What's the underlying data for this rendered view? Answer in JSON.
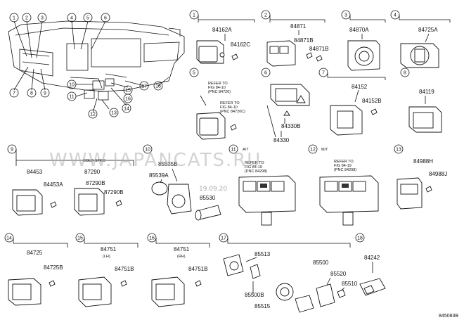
{
  "diagram_id": "845083B",
  "watermark": "WWW.JAPANCATS.RU",
  "watermark_date": "19.09.20",
  "overview": {
    "callouts": [
      "1",
      "2",
      "3",
      "4",
      "5",
      "6",
      "7",
      "8",
      "9",
      "10",
      "11",
      "12",
      "13",
      "14",
      "15",
      "16",
      "17",
      "18"
    ]
  },
  "groups": [
    {
      "num": "1",
      "parts": [
        "84162A",
        "84162C"
      ],
      "note": ""
    },
    {
      "num": "2",
      "parts": [
        "84871",
        "84871B",
        "84871B"
      ],
      "note": ""
    },
    {
      "num": "3",
      "parts": [
        "84870A"
      ],
      "note": ""
    },
    {
      "num": "4",
      "parts": [
        "84725A"
      ],
      "note": ""
    },
    {
      "num": "5",
      "parts": [],
      "note": "REFER TO FIG 84-10 (PNC 84720)"
    },
    {
      "num": "6",
      "parts": [
        "84330B",
        "84330"
      ],
      "note": ""
    },
    {
      "num": "7",
      "parts": [
        "84152",
        "84152B"
      ],
      "note": ""
    },
    {
      "num": "8",
      "parts": [
        "84119"
      ],
      "note": ""
    },
    {
      "num": "9",
      "parts": [
        "84453",
        "84453A",
        "87290",
        "87290B",
        "87290B"
      ],
      "note": "COLD SPEC"
    },
    {
      "num": "10",
      "parts": [
        "85535B",
        "85539A",
        "85530"
      ],
      "note": ""
    },
    {
      "num": "11",
      "parts": [],
      "label": "A/T",
      "note": "REFER TO FIG 84-19 (PNC 84298)"
    },
    {
      "num": "12",
      "parts": [],
      "label": "M/T",
      "note": "REFER TO FIG 84-19 (PNC 84298)"
    },
    {
      "num": "13",
      "parts": [
        "84988H",
        "84988J"
      ],
      "note": ""
    },
    {
      "num": "14",
      "parts": [
        "84725",
        "84725B"
      ],
      "note": ""
    },
    {
      "num": "15",
      "parts": [
        "84751",
        "(LH)",
        "84751B"
      ],
      "note": ""
    },
    {
      "num": "16",
      "parts": [
        "84751",
        "(RH)",
        "84751B"
      ],
      "note": ""
    },
    {
      "num": "17",
      "parts": [
        "85513",
        "85500B",
        "85515",
        "85500",
        "85520",
        "85510"
      ],
      "note": ""
    },
    {
      "num": "18",
      "parts": [
        "84242"
      ],
      "note": ""
    }
  ],
  "refer_lines": {
    "g5": [
      "REFER TO",
      "FIG 84-10",
      "(PNC 84720)"
    ],
    "g5b": [
      "REFER TO",
      "FIG 84-10",
      "(PNC 84720C)"
    ],
    "g11": [
      "REFER TO",
      "FIG 84-19",
      "(PNC 84298)"
    ],
    "g12": [
      "REFER TO",
      "FIG 84-19",
      "(PNC 84298)"
    ]
  }
}
